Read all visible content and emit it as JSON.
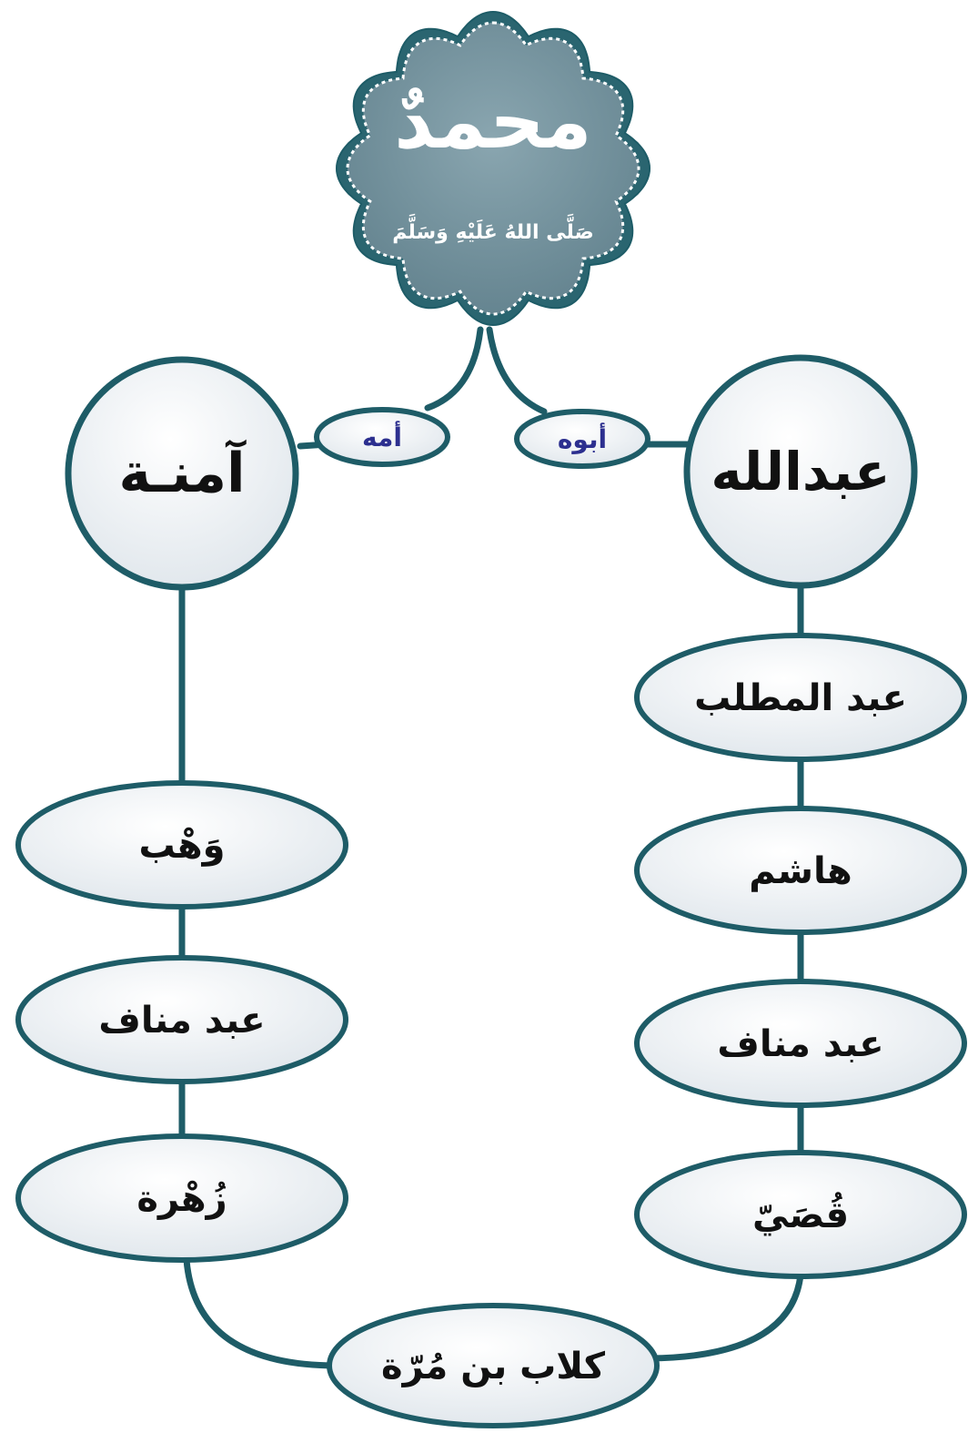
{
  "root": {
    "name": "محمدٌ",
    "salutation": "صَلَّى اللهُ عَلَيْهِ وَسَلَّمَ"
  },
  "relations": {
    "father_label": "أبوه",
    "mother_label": "أمه"
  },
  "father": {
    "name": "عبدالله",
    "ancestors": [
      "عبد المطلب",
      "هاشم",
      "عبد مناف",
      "قُصَيّ"
    ]
  },
  "mother": {
    "name": "آمنـة",
    "ancestors": [
      "وَهْب",
      "عبد مناف",
      "زُهْرة"
    ]
  },
  "common_ancestor": "كلاب بن مُرّة",
  "colors": {
    "line": "#1e5c67",
    "node_fill": "#e8edf2",
    "medallion_fill": "#6f8e99",
    "medallion_border": "#2a6570",
    "relation_text": "#2c2f8f",
    "text": "#111111"
  }
}
